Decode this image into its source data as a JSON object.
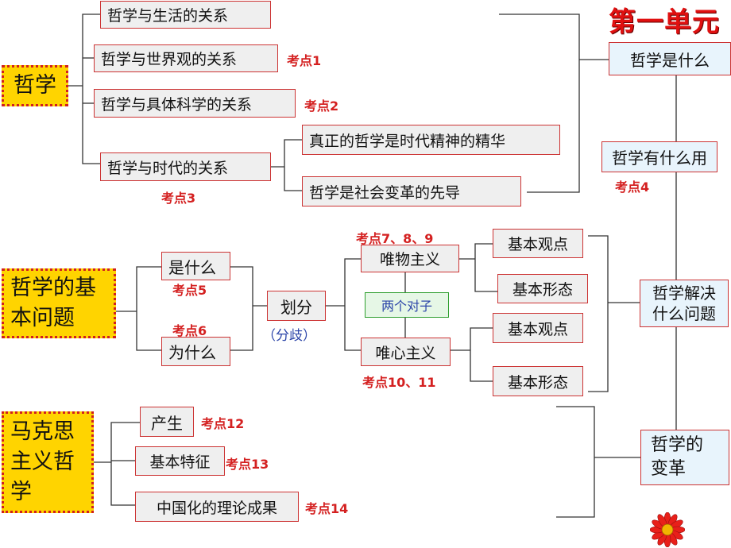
{
  "title": "第一单元",
  "sections": {
    "zhexue": {
      "label": "哲学",
      "items": [
        "哲学与生活的关系",
        "哲学与世界观的关系",
        "哲学与具体科学的关系",
        "哲学与时代的关系"
      ],
      "era_items": [
        "真正的哲学是时代精神的精华",
        "哲学是社会变革的先导"
      ],
      "kaodian": [
        "考点1",
        "考点2",
        "考点3"
      ]
    },
    "basic_question": {
      "label": "哲学的基本问题",
      "what": "是什么",
      "why": "为什么",
      "divide": "划分",
      "divide_note": "（分歧）",
      "materialism": "唯物主义",
      "idealism": "唯心主义",
      "pair": "两个对子",
      "basic_view": "基本观点",
      "basic_form": "基本形态",
      "kaodian": [
        "考点5",
        "考点6",
        "考点7、8、9",
        "考点10、11"
      ]
    },
    "marxism": {
      "label": "马克思主义哲学",
      "items": [
        "产生",
        "基本特征",
        "中国化的理论成果"
      ],
      "kaodian": [
        "考点12",
        "考点13",
        "考点14"
      ]
    },
    "right": {
      "what_is": "哲学是什么",
      "use": "哲学有什么用",
      "solve": "哲学解决什么问题",
      "change": "哲学的变革",
      "kaodian": "考点4"
    }
  },
  "colors": {
    "accent_red": "#d42020",
    "yellow": "#ffd400",
    "line": "#333333"
  },
  "icons": {
    "flower": "red-flower-icon"
  }
}
